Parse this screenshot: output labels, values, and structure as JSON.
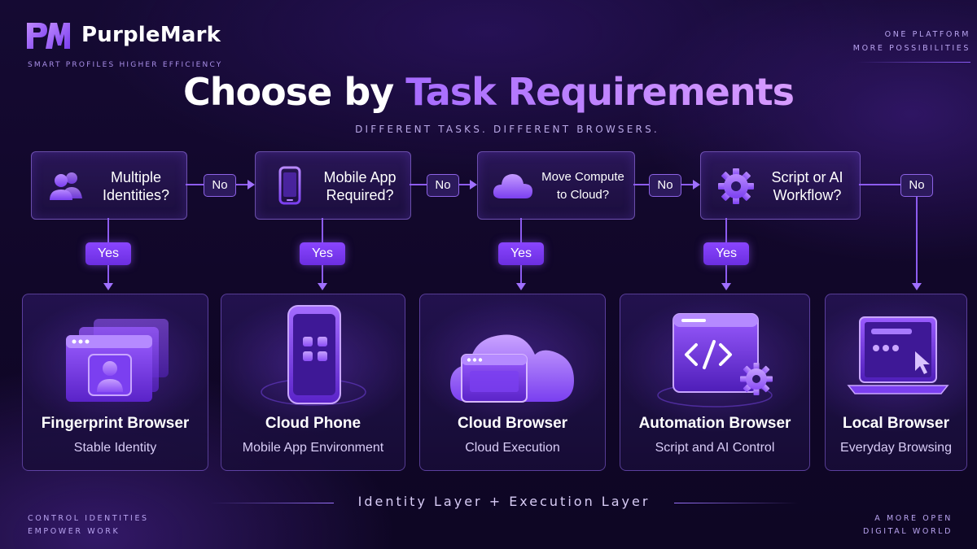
{
  "brand": {
    "logo_letters": "PM",
    "name": "PurpleMark",
    "tagline": "SMART PROFILES  HIGHER EFFICIENCY"
  },
  "top_right": {
    "line1": "ONE PLATFORM",
    "line2": "MORE POSSIBILITIES"
  },
  "title": {
    "part1": "Choose by",
    "part2": "Task Requirements"
  },
  "subtitle": "DIFFERENT TASKS. DIFFERENT BROWSERS.",
  "questions": [
    {
      "line1": "Multiple",
      "line2": "Identities?",
      "icon": "users-icon"
    },
    {
      "line1": "Mobile App",
      "line2": "Required?",
      "icon": "smartphone-icon"
    },
    {
      "line1": "Move Compute",
      "line2": "to Cloud?",
      "icon": "cloud-icon"
    },
    {
      "line1": "Script or AI",
      "line2": "Workflow?",
      "icon": "gear-icon"
    }
  ],
  "connectors": {
    "no_label": "No",
    "yes_label": "Yes"
  },
  "cards": [
    {
      "title": "Fingerprint Browser",
      "subtitle": "Stable Identity",
      "icon": "browser-profile-icon"
    },
    {
      "title": "Cloud Phone",
      "subtitle": "Mobile App Environment",
      "icon": "phone-apps-icon"
    },
    {
      "title": "Cloud Browser",
      "subtitle": "Cloud Execution",
      "icon": "cloud-window-icon"
    },
    {
      "title": "Automation Browser",
      "subtitle": "Script and AI Control",
      "icon": "code-gear-icon"
    },
    {
      "title": "Local Browser",
      "subtitle": "Everyday Browsing",
      "icon": "laptop-cursor-icon"
    }
  ],
  "footer": {
    "center": "Identity Layer  +  Execution Layer",
    "left_line1": "CONTROL IDENTITIES",
    "left_line2": "EMPOWER WORK",
    "right_line1": "A MORE OPEN",
    "right_line2": "DIGITAL WORLD"
  },
  "colors": {
    "background": "#110729",
    "accent": "#8a45ff",
    "accent_light": "#b77bff",
    "connector": "#8d5cf0"
  }
}
